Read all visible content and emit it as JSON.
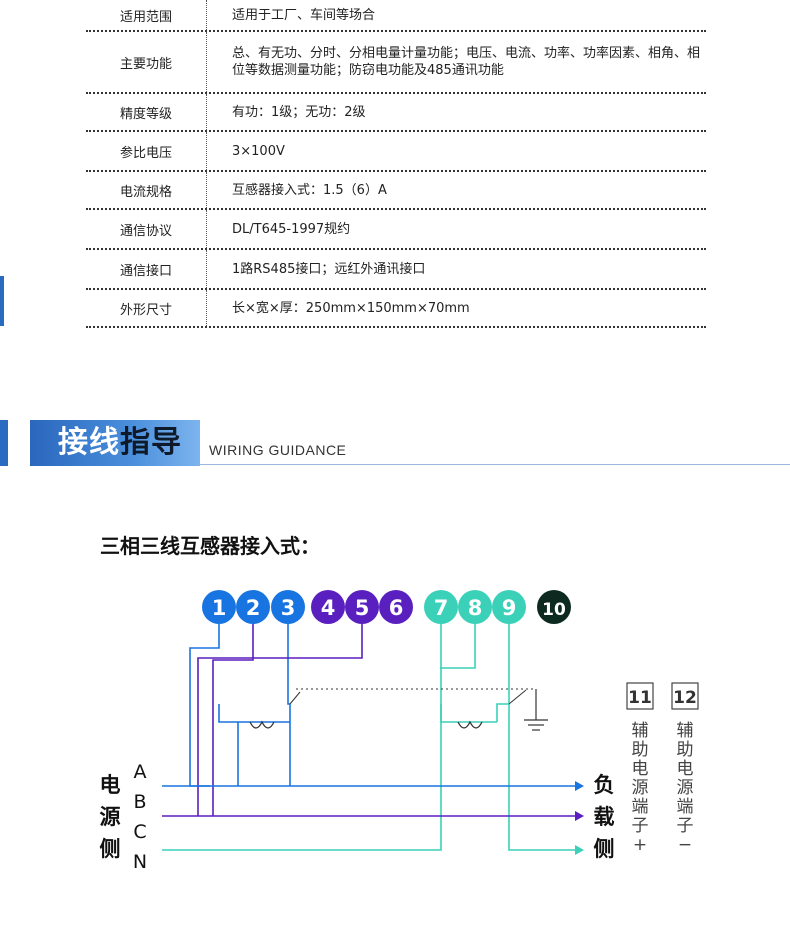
{
  "specs": [
    {
      "label": "适用范围",
      "value": "适用于工厂、车间等场合"
    },
    {
      "label": "主要功能",
      "value": "总、有无功、分时、分相电量计量功能；电压、电流、功率、功率因素、相角、相位等数据测量功能；防窃电功能及485通讯功能"
    },
    {
      "label": "精度等级",
      "value": "有功：1级；无功：2级"
    },
    {
      "label": "参比电压",
      "value": "3×100V"
    },
    {
      "label": "电流规格",
      "value": "互感器接入式：1.5（6）A"
    },
    {
      "label": "通信协议",
      "value": "DL/T645-1997规约"
    },
    {
      "label": "通信接口",
      "value": "1路RS485接口；远红外通讯接口"
    },
    {
      "label": "外形尺寸",
      "value": "长×宽×厚：250mm×150mm×70mm"
    }
  ],
  "section": {
    "title_light": "接线",
    "title_dark": "指导",
    "subtitle": "WIRING GUIDANCE"
  },
  "diagram": {
    "title": "三相三线互感器接入式：",
    "terminals": [
      "1",
      "2",
      "3",
      "4",
      "5",
      "6",
      "7",
      "8",
      "9",
      "10"
    ],
    "aux_terminals": [
      "11",
      "12"
    ],
    "source_side": [
      "电",
      "源",
      "侧"
    ],
    "load_side": [
      "负",
      "载",
      "侧"
    ],
    "phases": [
      "A",
      "B",
      "C",
      "N"
    ],
    "aux_plus_label": [
      "辅",
      "助",
      "电",
      "源",
      "端",
      "子",
      "+"
    ],
    "aux_minus_label": [
      "辅",
      "助",
      "电",
      "源",
      "端",
      "子",
      "−"
    ]
  },
  "colors": {
    "blue": "#1874e0",
    "purple": "#5a1fbf",
    "cyan": "#3ad1b8",
    "dark": "#0d2a20",
    "accent": "#2a6ac0"
  }
}
